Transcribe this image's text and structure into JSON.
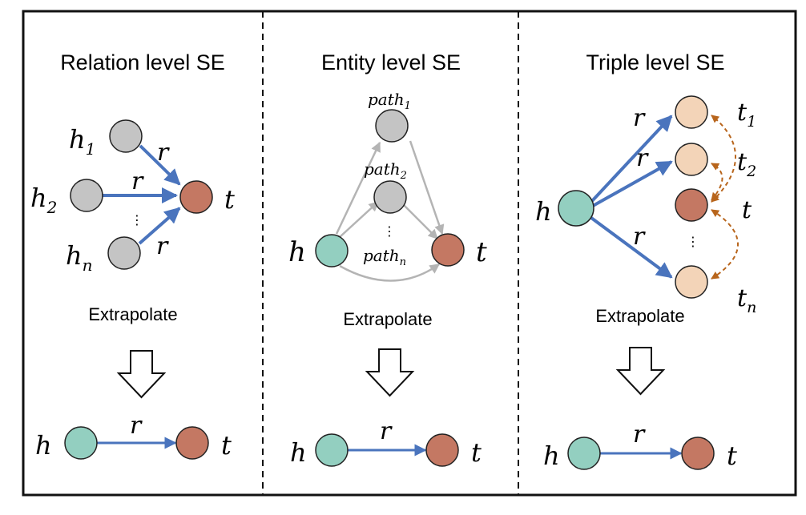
{
  "colors": {
    "gray_node": "#c4c4c4",
    "teal_node": "#93cfc0",
    "brick_node": "#c47863",
    "peach_node": "#f3d4b8",
    "blue_arrow": "#4a74bd",
    "gray_arrow": "#b4b4b4",
    "dashed_orange": "#b8651c",
    "outline": "#222222"
  },
  "panels": [
    {
      "title": "Relation level SE",
      "labels": {
        "h1": "h",
        "h1_sub": "1",
        "h2": "h",
        "h2_sub": "2",
        "hn": "h",
        "hn_sub": "n",
        "t": "t",
        "r1": "r",
        "r2": "r",
        "r3": "r",
        "dots": "⋮"
      },
      "extrapolate": "Extrapolate",
      "bottom": {
        "h": "h",
        "r": "r",
        "t": "t"
      }
    },
    {
      "title": "Entity level SE",
      "labels": {
        "path1": "path",
        "path1_sub": "1",
        "path2": "path",
        "path2_sub": "2",
        "pathn": "path",
        "pathn_sub": "n",
        "h": "h",
        "t": "t",
        "dots": "⋮"
      },
      "extrapolate": "Extrapolate",
      "bottom": {
        "h": "h",
        "r": "r",
        "t": "t"
      }
    },
    {
      "title": "Triple level SE",
      "labels": {
        "h": "h",
        "r1": "r",
        "r2": "r",
        "r3": "r",
        "t1": "t",
        "t1_sub": "1",
        "t2": "t",
        "t2_sub": "2",
        "t": "t",
        "tn": "t",
        "tn_sub": "n",
        "dots": "⋮"
      },
      "extrapolate": "Extrapolate",
      "bottom": {
        "h": "h",
        "r": "r",
        "t": "t"
      }
    }
  ]
}
